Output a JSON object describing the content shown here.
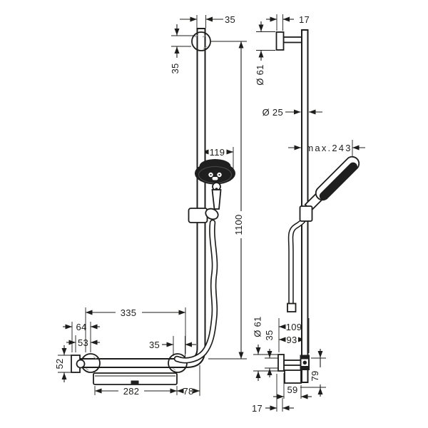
{
  "colors": {
    "line": "#1d1d1b",
    "dark": "#1f1f1f",
    "background": "#ffffff",
    "hatch": "#9a9a9a"
  },
  "front": {
    "bar_top_offset": "35",
    "flange_drop": "35",
    "handshower_width": "119",
    "bar_length": "1100",
    "grab_bar_length": "335",
    "end_to_flange_outer": "64",
    "end_to_flange_inner": "53",
    "end_height": "52",
    "flange_to_elbow": "35",
    "tray_length": "282",
    "elbow_overhang": "78"
  },
  "side": {
    "plate_depth_top": "17",
    "plate_diameter_top": "Ø 61",
    "bar_diameter": "Ø 25",
    "max_projection": "max.243",
    "projection_outer": "109",
    "projection_inner": "93",
    "plate_diameter_bottom": "Ø 61",
    "plate_offset_bottom": "35",
    "drop_below_bracket": "79",
    "tray_depth": "59",
    "plate_depth_bottom": "17"
  }
}
